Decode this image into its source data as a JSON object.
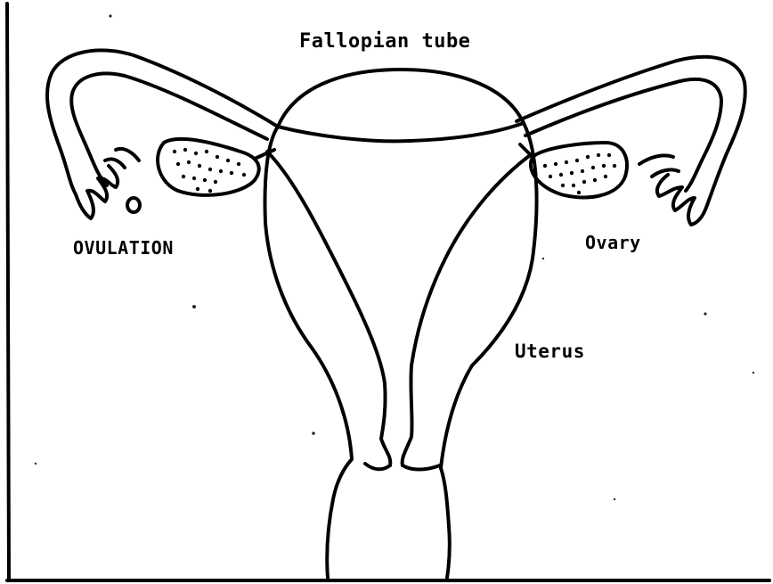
{
  "diagram": {
    "labels": {
      "fallopian_tube": "Fallopian tube",
      "ovulation": "OVULATION",
      "ovary": "Ovary",
      "uterus": "Uterus"
    },
    "parts": [
      "left-fallopian-tube",
      "right-fallopian-tube",
      "left-fimbriae",
      "right-fimbriae",
      "left-ovary",
      "right-ovary",
      "egg",
      "uterus-fundus",
      "uterus-body",
      "cervix",
      "vagina"
    ],
    "colors": {
      "ink": "#161616",
      "paper": "#fbfbfb"
    }
  }
}
